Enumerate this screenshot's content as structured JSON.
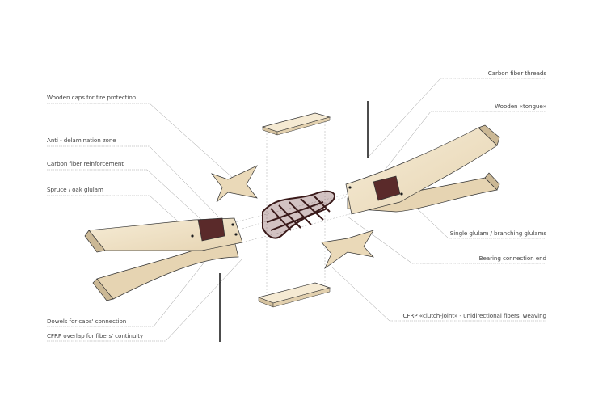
{
  "labels_left": [
    "Wooden caps for fire protection",
    "Anti - delamination zone",
    "Carbon fiber reinforcement",
    "Spruce / oak glulam",
    "Dowels for caps' connection",
    "CFRP overlap for fibers' continuity"
  ],
  "labels_right": [
    "Carbon fiber threads",
    "Wooden «tongue»",
    "Single glulam / branching glulams",
    "Bearing connection end",
    "CFRP «clutch-joint»  - unidirectional fibers' weaving"
  ],
  "colors": {
    "wood_light": "#f3e6cc",
    "wood_side": "#d9c7a6",
    "wood_dark": "#c2ae8b",
    "cfrp": "#5a2a2a",
    "line": "#999999"
  }
}
